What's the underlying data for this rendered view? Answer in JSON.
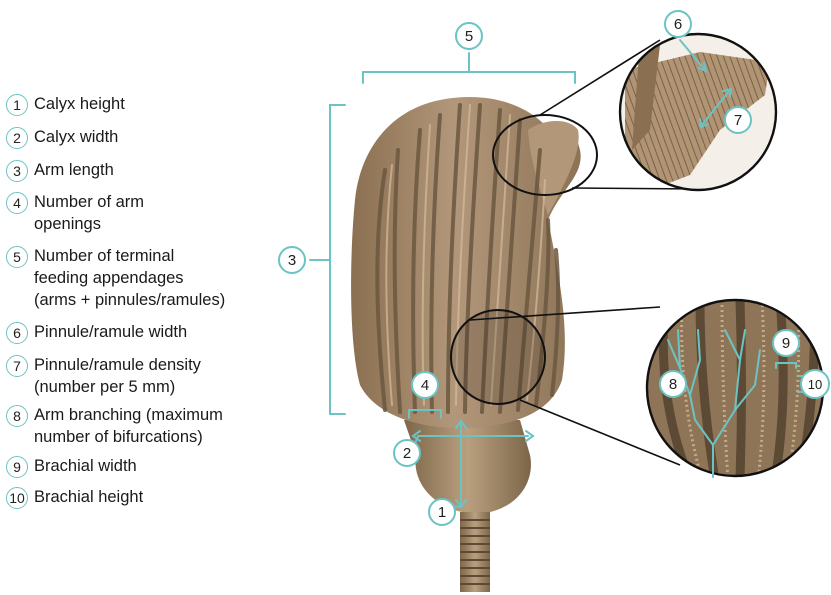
{
  "legend": [
    {
      "number": "1",
      "label": "Calyx height"
    },
    {
      "number": "2",
      "label": "Calyx width"
    },
    {
      "number": "3",
      "label": "Arm length"
    },
    {
      "number": "4",
      "label": "Number of arm\nopenings"
    },
    {
      "number": "5",
      "label": "Number of terminal\nfeeding appendages\n(arms + pinnules/ramules)"
    },
    {
      "number": "6",
      "label": "Pinnule/ramule width"
    },
    {
      "number": "7",
      "label": "Pinnule/ramule density\n(number per 5 mm)"
    },
    {
      "number": "8",
      "label": "Arm branching (maximum\nnumber of bifurcations)"
    },
    {
      "number": "9",
      "label": "Brachial width"
    },
    {
      "number": "10",
      "label": "Brachial height"
    }
  ],
  "callouts": {
    "c1": "1",
    "c2": "2",
    "c3": "3",
    "c4": "4",
    "c5": "5",
    "c6": "6",
    "c7": "7",
    "c8": "8",
    "c9": "9",
    "c10": "10"
  },
  "colors": {
    "measure_line": "#6cc3c3",
    "fossil_body": "#a98c6a",
    "fossil_dark": "#6e5a42",
    "fossil_light": "#c9b08e"
  }
}
